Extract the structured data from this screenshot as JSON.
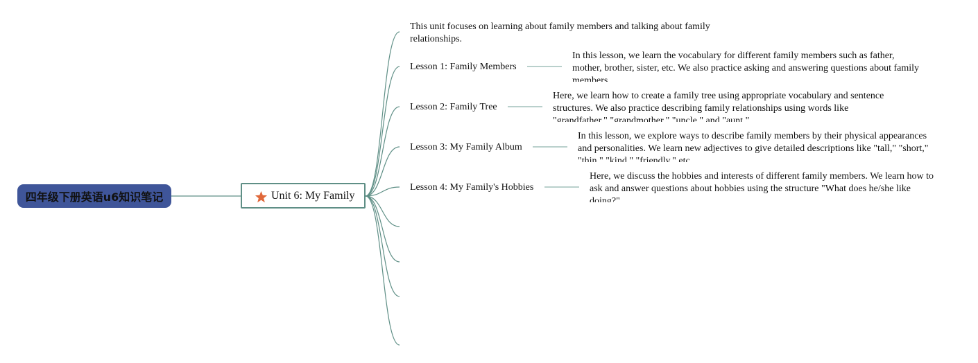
{
  "root": {
    "title": "四年级下册英语u6知识笔记"
  },
  "unit": {
    "title": "Unit 6: My Family",
    "icon": "star-icon",
    "icon_color": "#e0683a"
  },
  "overview": {
    "text": "This unit focuses on learning about family members and talking about family relationships."
  },
  "lessons": [
    {
      "label": "Lesson 1: Family Members",
      "description": "In this lesson, we learn the vocabulary for different family members such as father, mother, brother, sister, etc. We also practice asking and answering questions about family members."
    },
    {
      "label": "Lesson 2: Family Tree",
      "description": "Here, we learn how to create a family tree using appropriate vocabulary and sentence structures. We also practice describing family relationships using words like \"grandfather,\" \"grandmother,\" \"uncle,\" and \"aunt.\""
    },
    {
      "label": "Lesson 3: My Family Album",
      "description": "In this lesson, we explore ways to describe family members by their physical appearances and personalities. We learn new adjectives to give detailed descriptions like \"tall,\" \"short,\" \"thin,\" \"kind,\" \"friendly,\" etc."
    },
    {
      "label": "Lesson 4: My Family's Hobbies",
      "description": "Here, we discuss the hobbies and interests of different family members. We learn how to ask and answer questions about hobbies using the structure \"What does he/she like doing?\""
    }
  ],
  "colors": {
    "root_fill": "#3f5599",
    "connector": "#5f8f86",
    "lesson_connector": "#8fb3ad"
  }
}
